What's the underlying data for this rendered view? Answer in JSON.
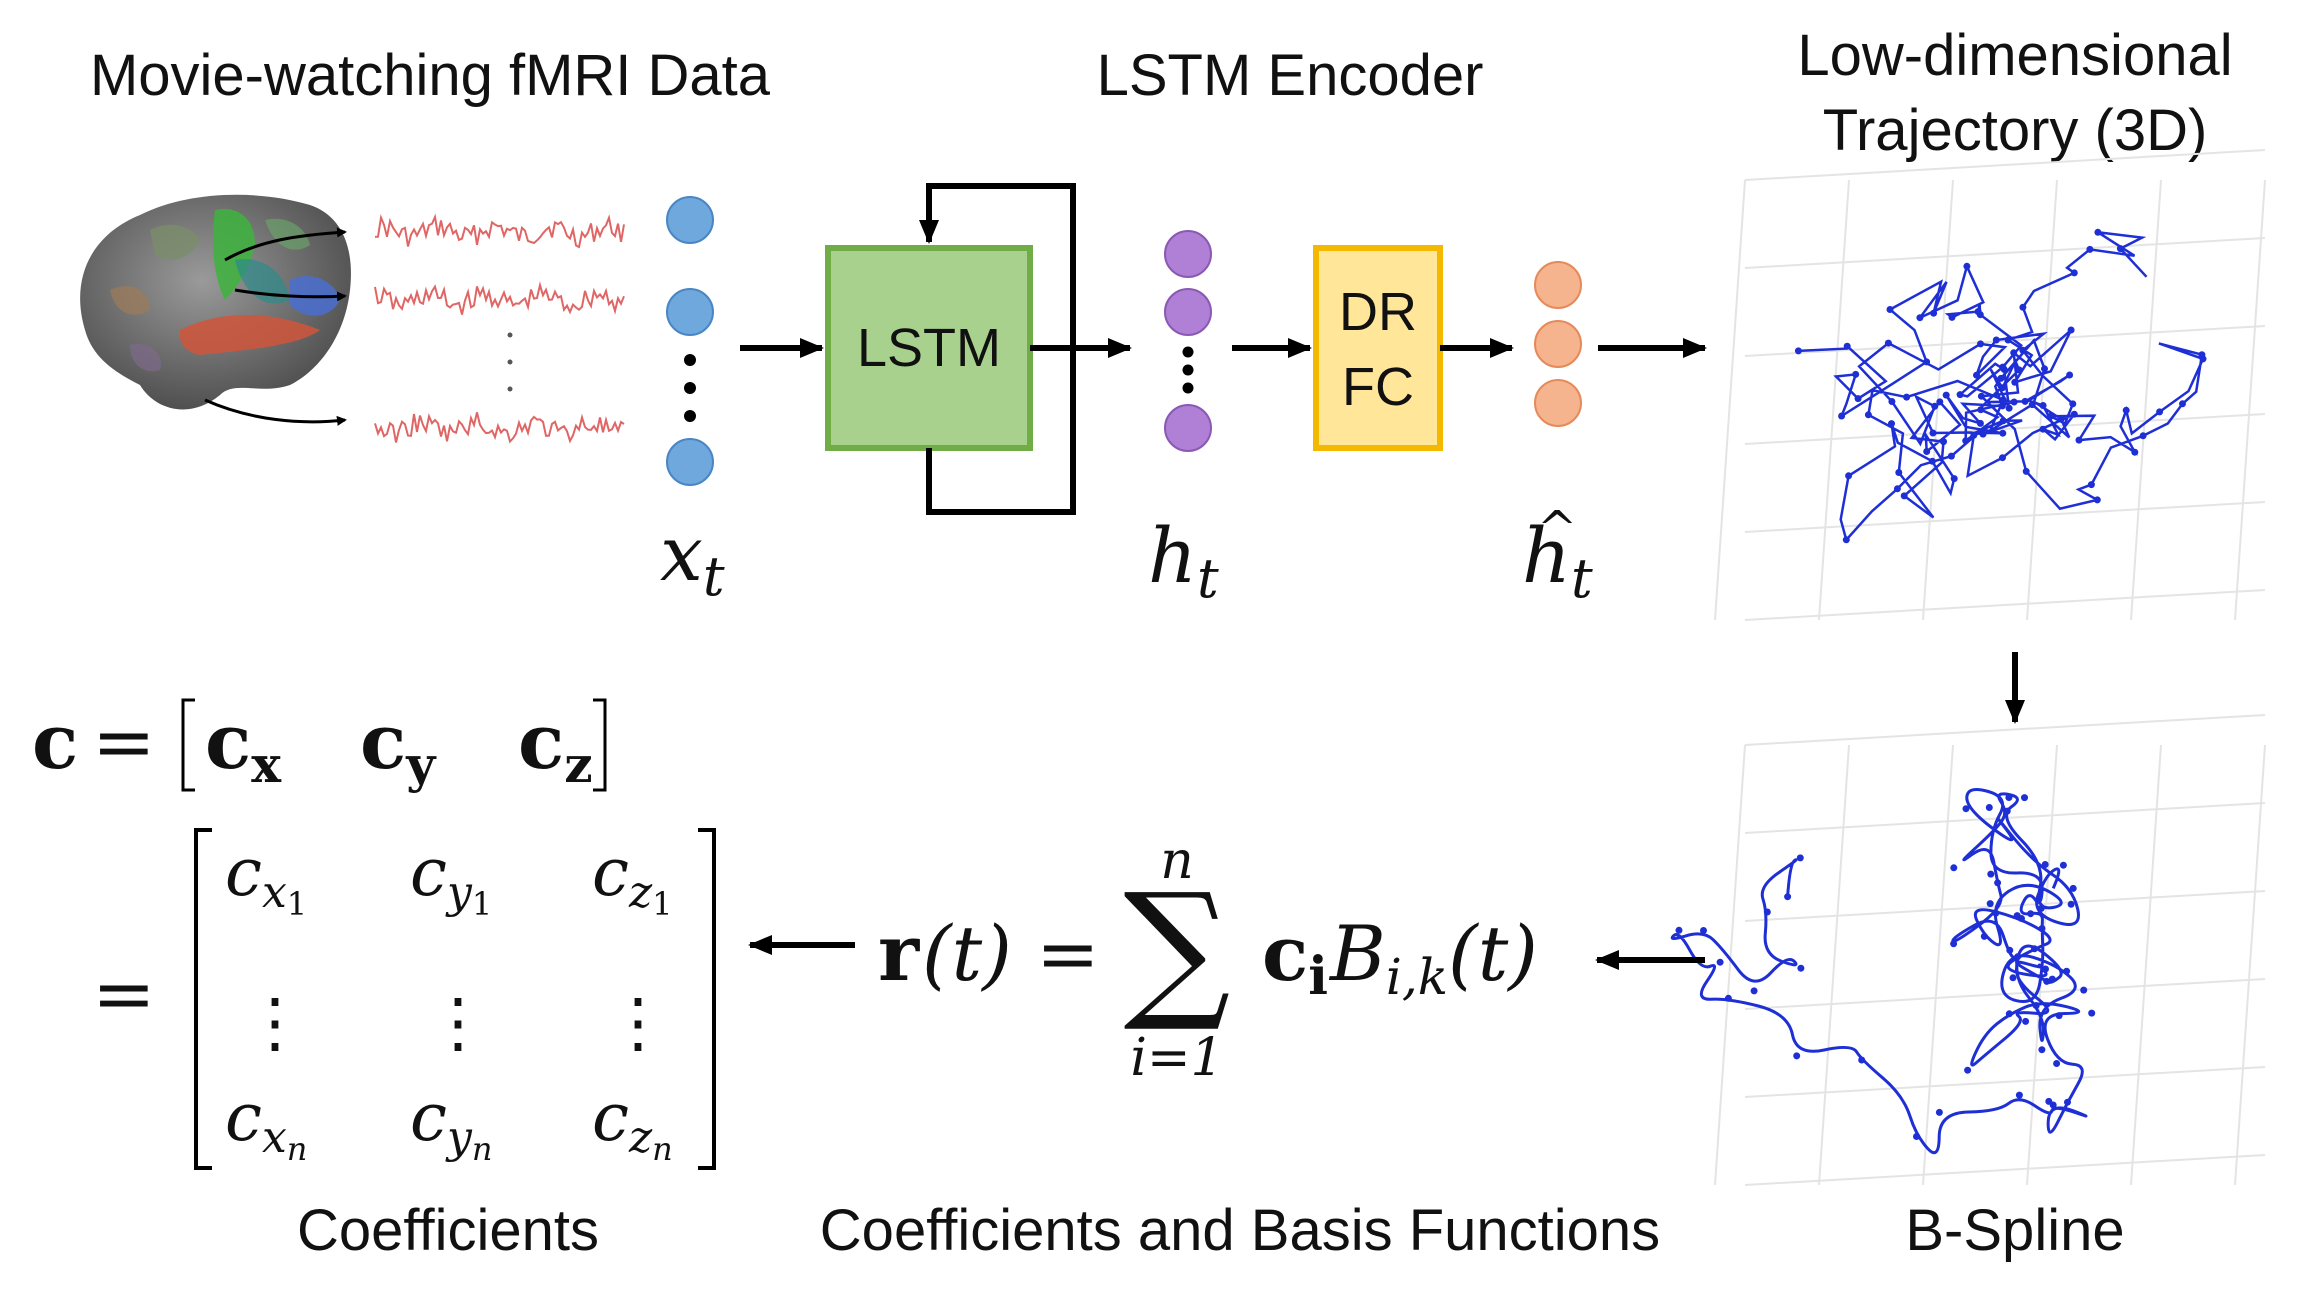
{
  "titles": {
    "fmri": "Movie-watching fMRI Data",
    "encoder": "LSTM Encoder",
    "trajectory_line1": "Low-dimensional",
    "trajectory_line2": "Trajectory (3D)"
  },
  "blocks": {
    "lstm": "LSTM",
    "dr": "DR",
    "fc": "FC"
  },
  "symbols": {
    "x": "x",
    "h": "h",
    "t": "t",
    "hat": "^"
  },
  "captions": {
    "coefficients": "Coefficients",
    "coef_basis": "Coefficients and Basis Functions",
    "bspline": "B-Spline"
  },
  "math": {
    "c": "c",
    "equals": "=",
    "cx": "x",
    "cy": "y",
    "cz": "z",
    "sub_1": "1",
    "sub_n": "n",
    "vdots": "⋮",
    "r": "r",
    "paren_t": "(t)",
    "sum": "∑",
    "sum_top": "n",
    "sum_bottom": "i=1",
    "ci_base": "c",
    "ci_sub": "i",
    "B": "B",
    "B_sub": "i,k",
    "B_arg": "(t)"
  },
  "colors": {
    "input_node": "#6fa8dc",
    "hidden_node": "#b07fd6",
    "output_node": "#f6b48e",
    "lstm_fill": "#a9d18e",
    "lstm_stroke": "#70ad47",
    "drfc_fill": "#ffe699",
    "drfc_stroke": "#f4b800",
    "signal": "#e06666",
    "trajectory": "#1f2fd6"
  }
}
